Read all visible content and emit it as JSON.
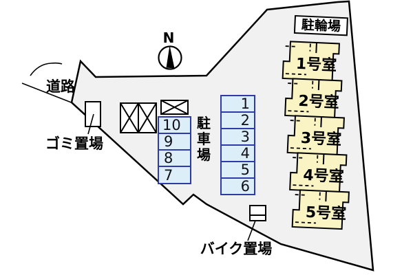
{
  "labels": {
    "road": "道路",
    "garbage": "ゴミ置場",
    "bike_parking": "バイク置場",
    "bicycle_parking": "駐輪場",
    "compass_north": "N"
  },
  "parking_lot": {
    "label": "駐車場",
    "label_chars": [
      "駐",
      "車",
      "場"
    ],
    "left_column": [
      "10",
      "9",
      "8",
      "7"
    ],
    "right_column": [
      "1",
      "2",
      "3",
      "4",
      "5",
      "6"
    ]
  },
  "building": {
    "rooms": [
      "1号室",
      "2号室",
      "3号室",
      "4号室",
      "5号室"
    ]
  },
  "colors": {
    "property_fill": "#f1f1f1",
    "room_fill": "#faf3c3",
    "parking_space_fill": "#dceef8",
    "parking_space_border": "#2e3aa8",
    "outline": "#000000"
  }
}
